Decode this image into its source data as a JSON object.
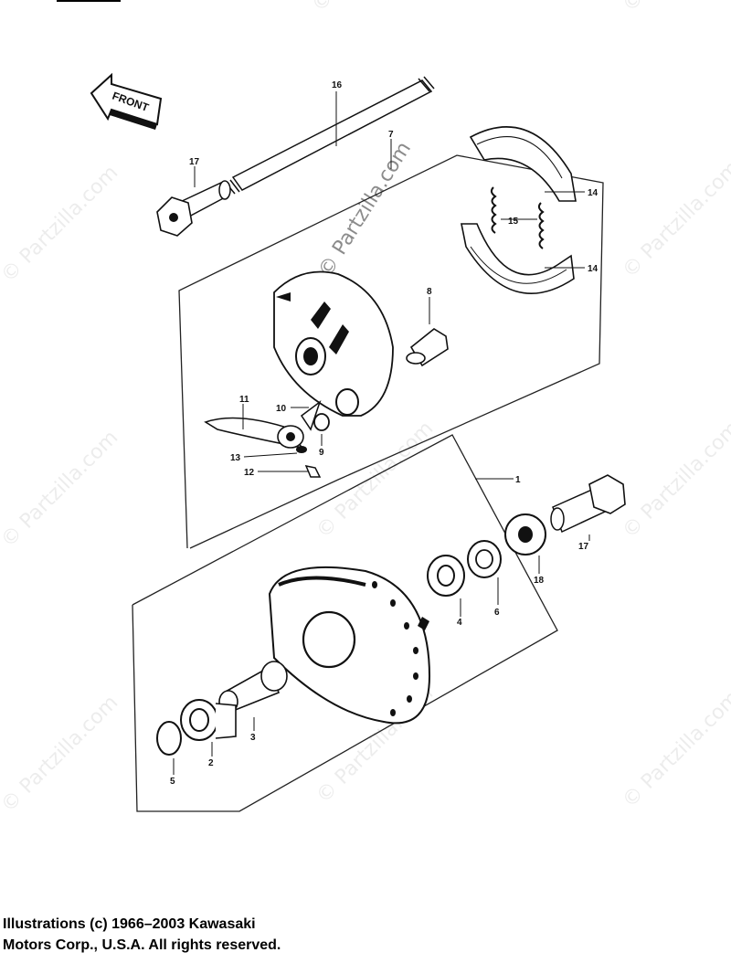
{
  "diagram": {
    "front_label": "FRONT",
    "callouts": {
      "c1": "1",
      "c2": "2",
      "c3": "3",
      "c4": "4",
      "c5": "5",
      "c6": "6",
      "c7": "7",
      "c8": "8",
      "c9": "9",
      "c10": "10",
      "c11": "11",
      "c12": "12",
      "c13": "13",
      "c14a": "14",
      "c14b": "14",
      "c15": "15",
      "c16": "16",
      "c17a": "17",
      "c17b": "17",
      "c18": "18"
    },
    "watermark": "© Partzilla.com"
  },
  "footer": {
    "line1": "Illustrations (c) 1966–2003 Kawasaki",
    "line2": "Motors Corp., U.S.A.  All rights reserved."
  }
}
